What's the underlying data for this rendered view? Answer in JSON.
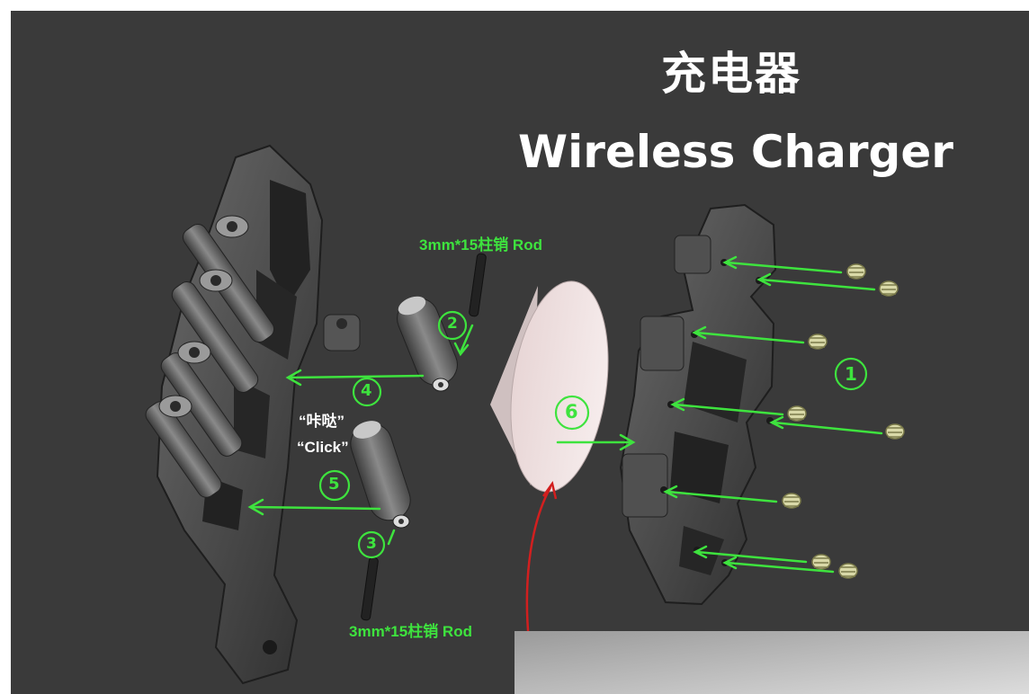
{
  "title": {
    "chinese": "充电器",
    "english": "Wireless Charger"
  },
  "labels": {
    "rod_top": "3mm*15柱销 Rod",
    "rod_bottom": "3mm*15柱销 Rod",
    "click_cn": "“咔哒”",
    "click_en": "“Click”"
  },
  "steps": {
    "s1": "1",
    "s2": "2",
    "s3": "3",
    "s4": "4",
    "s5": "5",
    "s6": "6"
  },
  "colors": {
    "background": "#3a3a3a",
    "annotation": "#3ee33e",
    "accent_arrow": "#d21f1f",
    "title": "#ffffff"
  }
}
